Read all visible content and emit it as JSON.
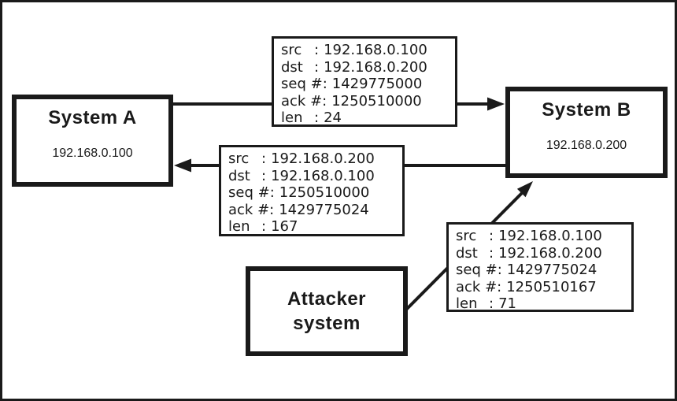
{
  "colors": {
    "ink": "#1a1a1a",
    "background": "#ffffff"
  },
  "separator": ":",
  "nodes": {
    "system_a": {
      "title": "System A",
      "ip": "192.168.0.100"
    },
    "system_b": {
      "title": "System B",
      "ip": "192.168.0.200"
    },
    "attacker": {
      "line1": "Attacker",
      "line2": "system"
    }
  },
  "packets": [
    {
      "name": "packet-a-to-b",
      "rows": [
        {
          "label": "src",
          "value": "192.168.0.100"
        },
        {
          "label": "dst",
          "value": "192.168.0.200"
        },
        {
          "label": "seq #",
          "value": "1429775000"
        },
        {
          "label": "ack #",
          "value": "1250510000"
        },
        {
          "label": "len",
          "value": "24"
        }
      ]
    },
    {
      "name": "packet-b-to-a",
      "rows": [
        {
          "label": "src",
          "value": "192.168.0.200"
        },
        {
          "label": "dst",
          "value": "192.168.0.100"
        },
        {
          "label": "seq #",
          "value": "1250510000"
        },
        {
          "label": "ack #",
          "value": "1429775024"
        },
        {
          "label": "len",
          "value": "167"
        }
      ]
    },
    {
      "name": "packet-attacker-to-b",
      "rows": [
        {
          "label": "src",
          "value": "192.168.0.100"
        },
        {
          "label": "dst",
          "value": "192.168.0.200"
        },
        {
          "label": "seq #",
          "value": "1429775024"
        },
        {
          "label": "ack #",
          "value": "1250510167"
        },
        {
          "label": "len",
          "value": "71"
        }
      ]
    }
  ]
}
